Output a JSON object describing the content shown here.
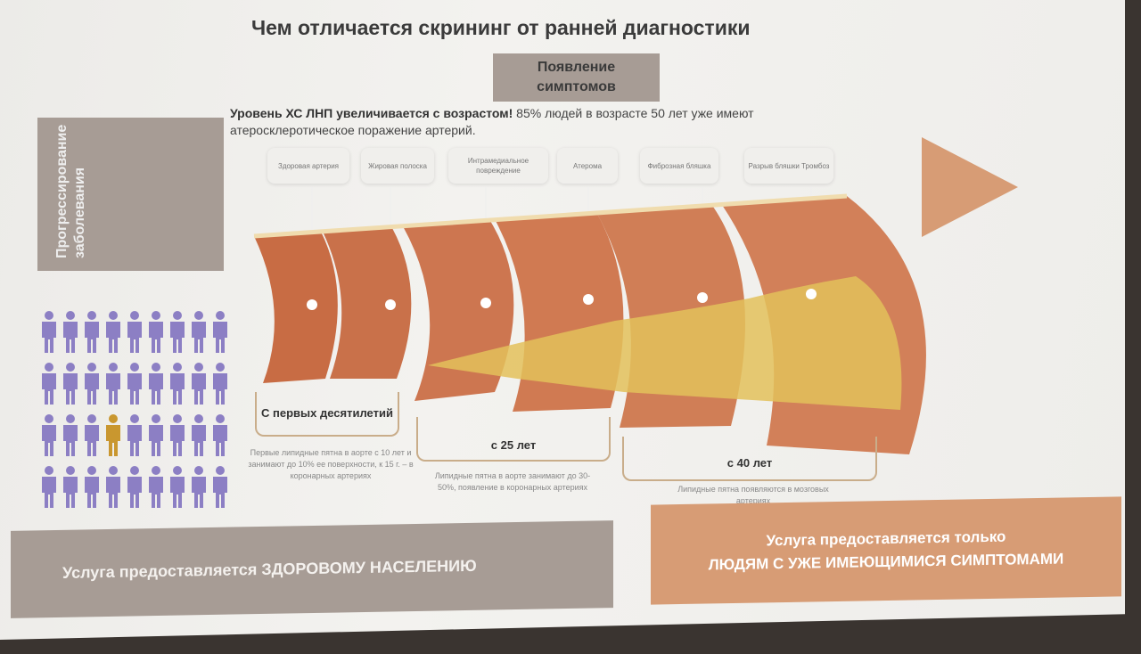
{
  "title": "Чем отличается скрининг от ранней диагностики",
  "symptoms_box": [
    "Появление",
    "симптомов"
  ],
  "subtitle": {
    "bold": "Уровень ХС ЛНП увеличивается с возрастом!",
    "rest": " 85% людей в возрасте 50  лет уже имеют",
    "line2": "атеросклеротическое поражение артерий."
  },
  "left_box": [
    "Прогрессирование",
    "заболевания"
  ],
  "stages": [
    "Здоровая артерия",
    "Жировая полоска",
    "Интрамедиальное повреждение",
    "Атерома",
    "Фиброзная бляшка",
    "Разрыв бляшки Тромбоз"
  ],
  "periods": [
    {
      "label": "С первых десятилетий",
      "note": "Первые липидные пятна в аорте с 10 лет и занимают до 10% ее поверхности, к 15 г. – в коронарных артериях"
    },
    {
      "label": "с 25 лет",
      "note": "Липидные пятна в аорте занимают до 30-50%, появление в коронарных артериях"
    },
    {
      "label": "с 40 лет",
      "note": "Липидные пятна появляются в мозговых артериях"
    }
  ],
  "bottom": {
    "left": "Услуга предоставляется ЗДОРОВОМУ НАСЕЛЕНИЮ",
    "right1": "Услуга предоставляется только",
    "right2": "ЛЮДЯМ С УЖЕ ИМЕЮЩИМИСЯ СИМПТОМАМИ"
  },
  "colors": {
    "gray": "#a79c95",
    "orange": "#d79c75",
    "person": "#8c7fc4",
    "highlight": "#c9972f"
  }
}
